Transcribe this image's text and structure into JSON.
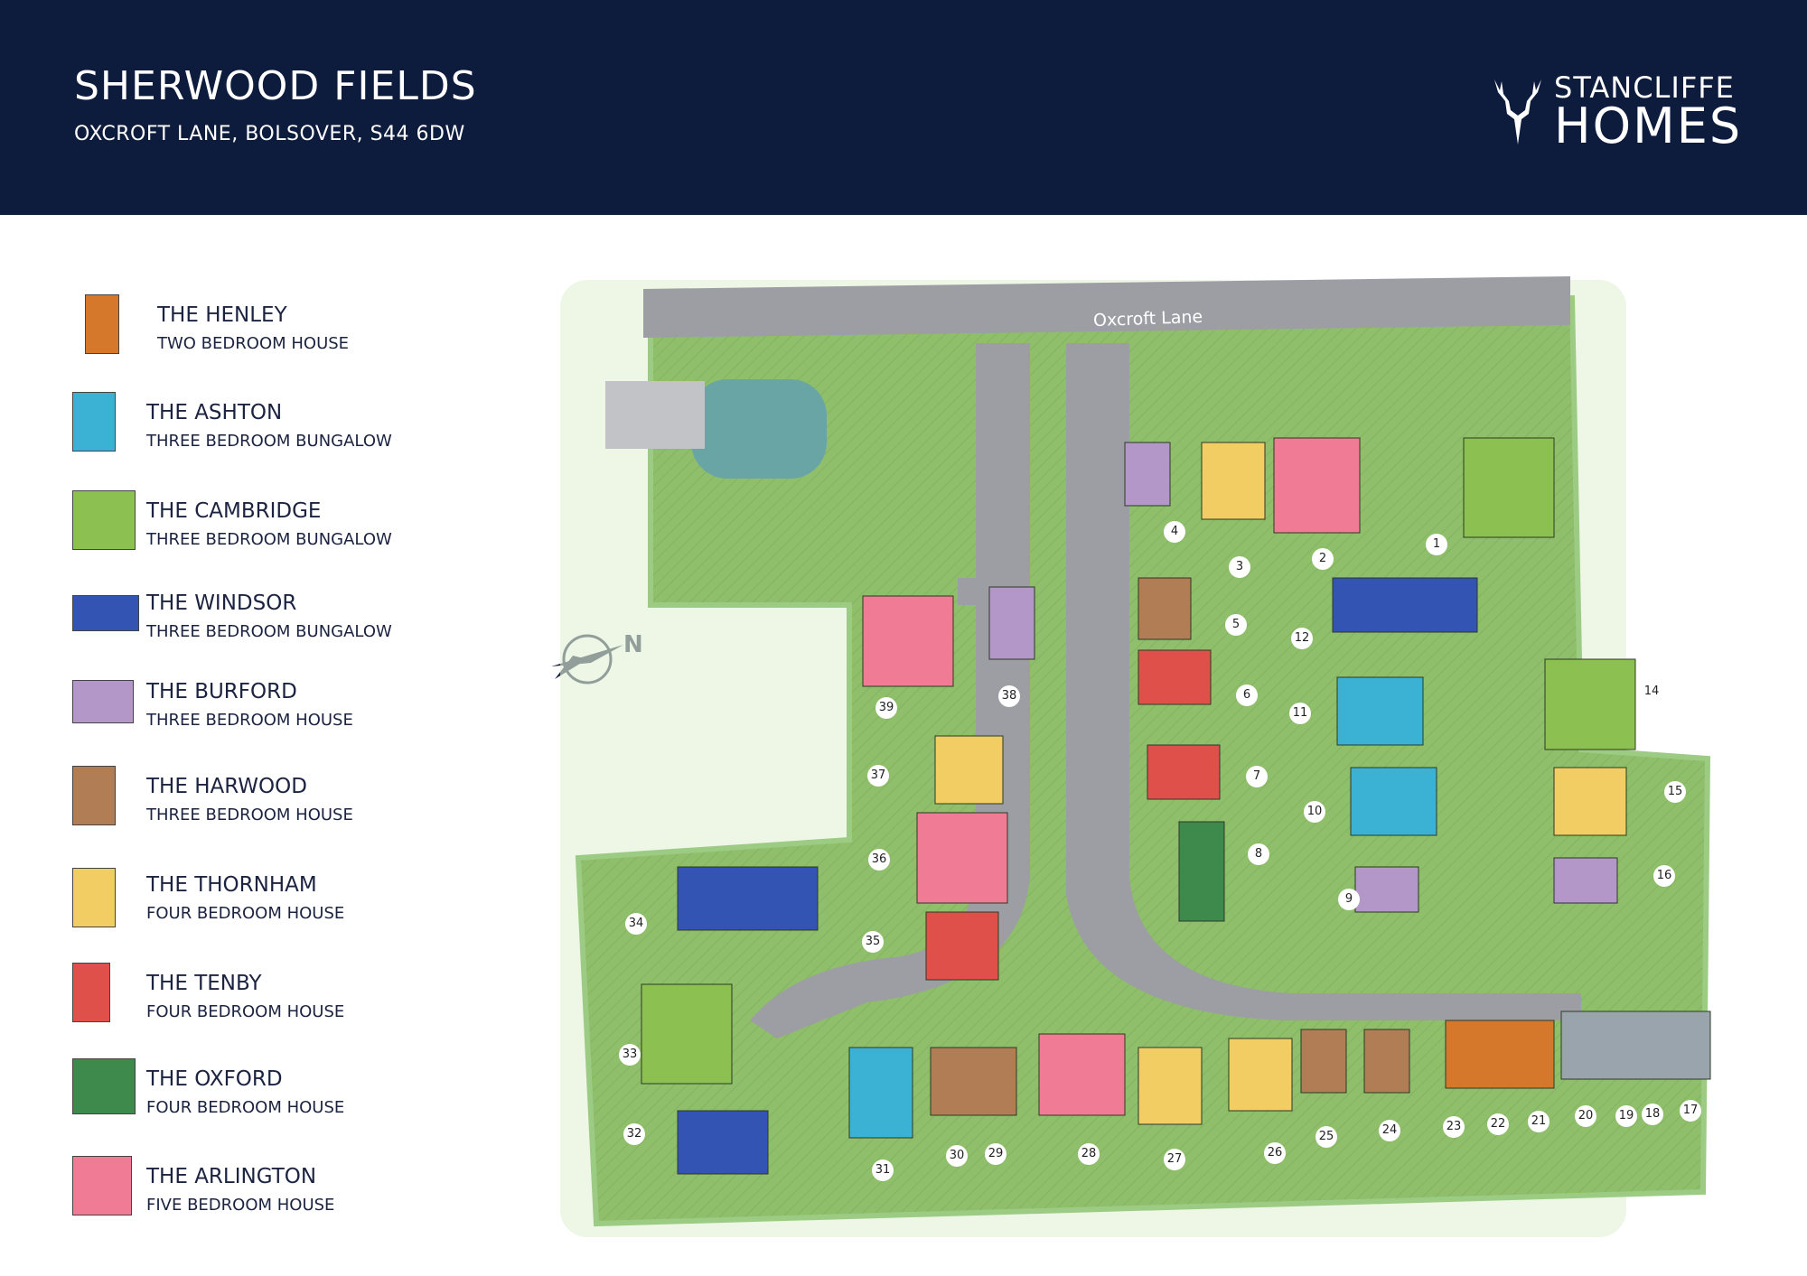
{
  "header": {
    "title": "SHERWOOD FIELDS",
    "address": "OXCROFT LANE, BOLSOVER, S44 6DW",
    "brand_line1": "STANCLIFFE",
    "brand_line2": "HOMES",
    "background": "#0d1b3d"
  },
  "legend": [
    {
      "name": "THE HENLEY",
      "desc": "TWO BEDROOM HOUSE",
      "color": "#d6782c"
    },
    {
      "name": "THE ASHTON",
      "desc": "THREE BEDROOM BUNGALOW",
      "color": "#3bb2d3"
    },
    {
      "name": "THE CAMBRIDGE",
      "desc": "THREE BEDROOM BUNGALOW",
      "color": "#8cc152"
    },
    {
      "name": "THE WINDSOR",
      "desc": "THREE BEDROOM BUNGALOW",
      "color": "#3354b2"
    },
    {
      "name": "THE BURFORD",
      "desc": "THREE BEDROOM HOUSE",
      "color": "#b397c9"
    },
    {
      "name": "THE HARWOOD",
      "desc": "THREE BEDROOM HOUSE",
      "color": "#b07d55"
    },
    {
      "name": "THE THORNHAM",
      "desc": "FOUR BEDROOM HOUSE",
      "color": "#f1cd63"
    },
    {
      "name": "THE TENBY",
      "desc": "FOUR BEDROOM HOUSE",
      "color": "#e0504a"
    },
    {
      "name": "THE OXFORD",
      "desc": "FOUR BEDROOM HOUSE",
      "color": "#3d8a4c"
    },
    {
      "name": "THE ARLINGTON",
      "desc": "FIVE BEDROOM HOUSE",
      "color": "#ef7b95"
    }
  ],
  "map": {
    "road_label": "Oxcroft Lane",
    "compass_label": "N",
    "plots": [
      "1",
      "2",
      "3",
      "4",
      "5",
      "6",
      "7",
      "8",
      "9",
      "10",
      "11",
      "12",
      "14",
      "15",
      "16",
      "17",
      "18",
      "19",
      "20",
      "21",
      "22",
      "23",
      "24",
      "25",
      "26",
      "27",
      "28",
      "29",
      "30",
      "31",
      "32",
      "33",
      "34",
      "35",
      "36",
      "37",
      "38",
      "39"
    ]
  }
}
